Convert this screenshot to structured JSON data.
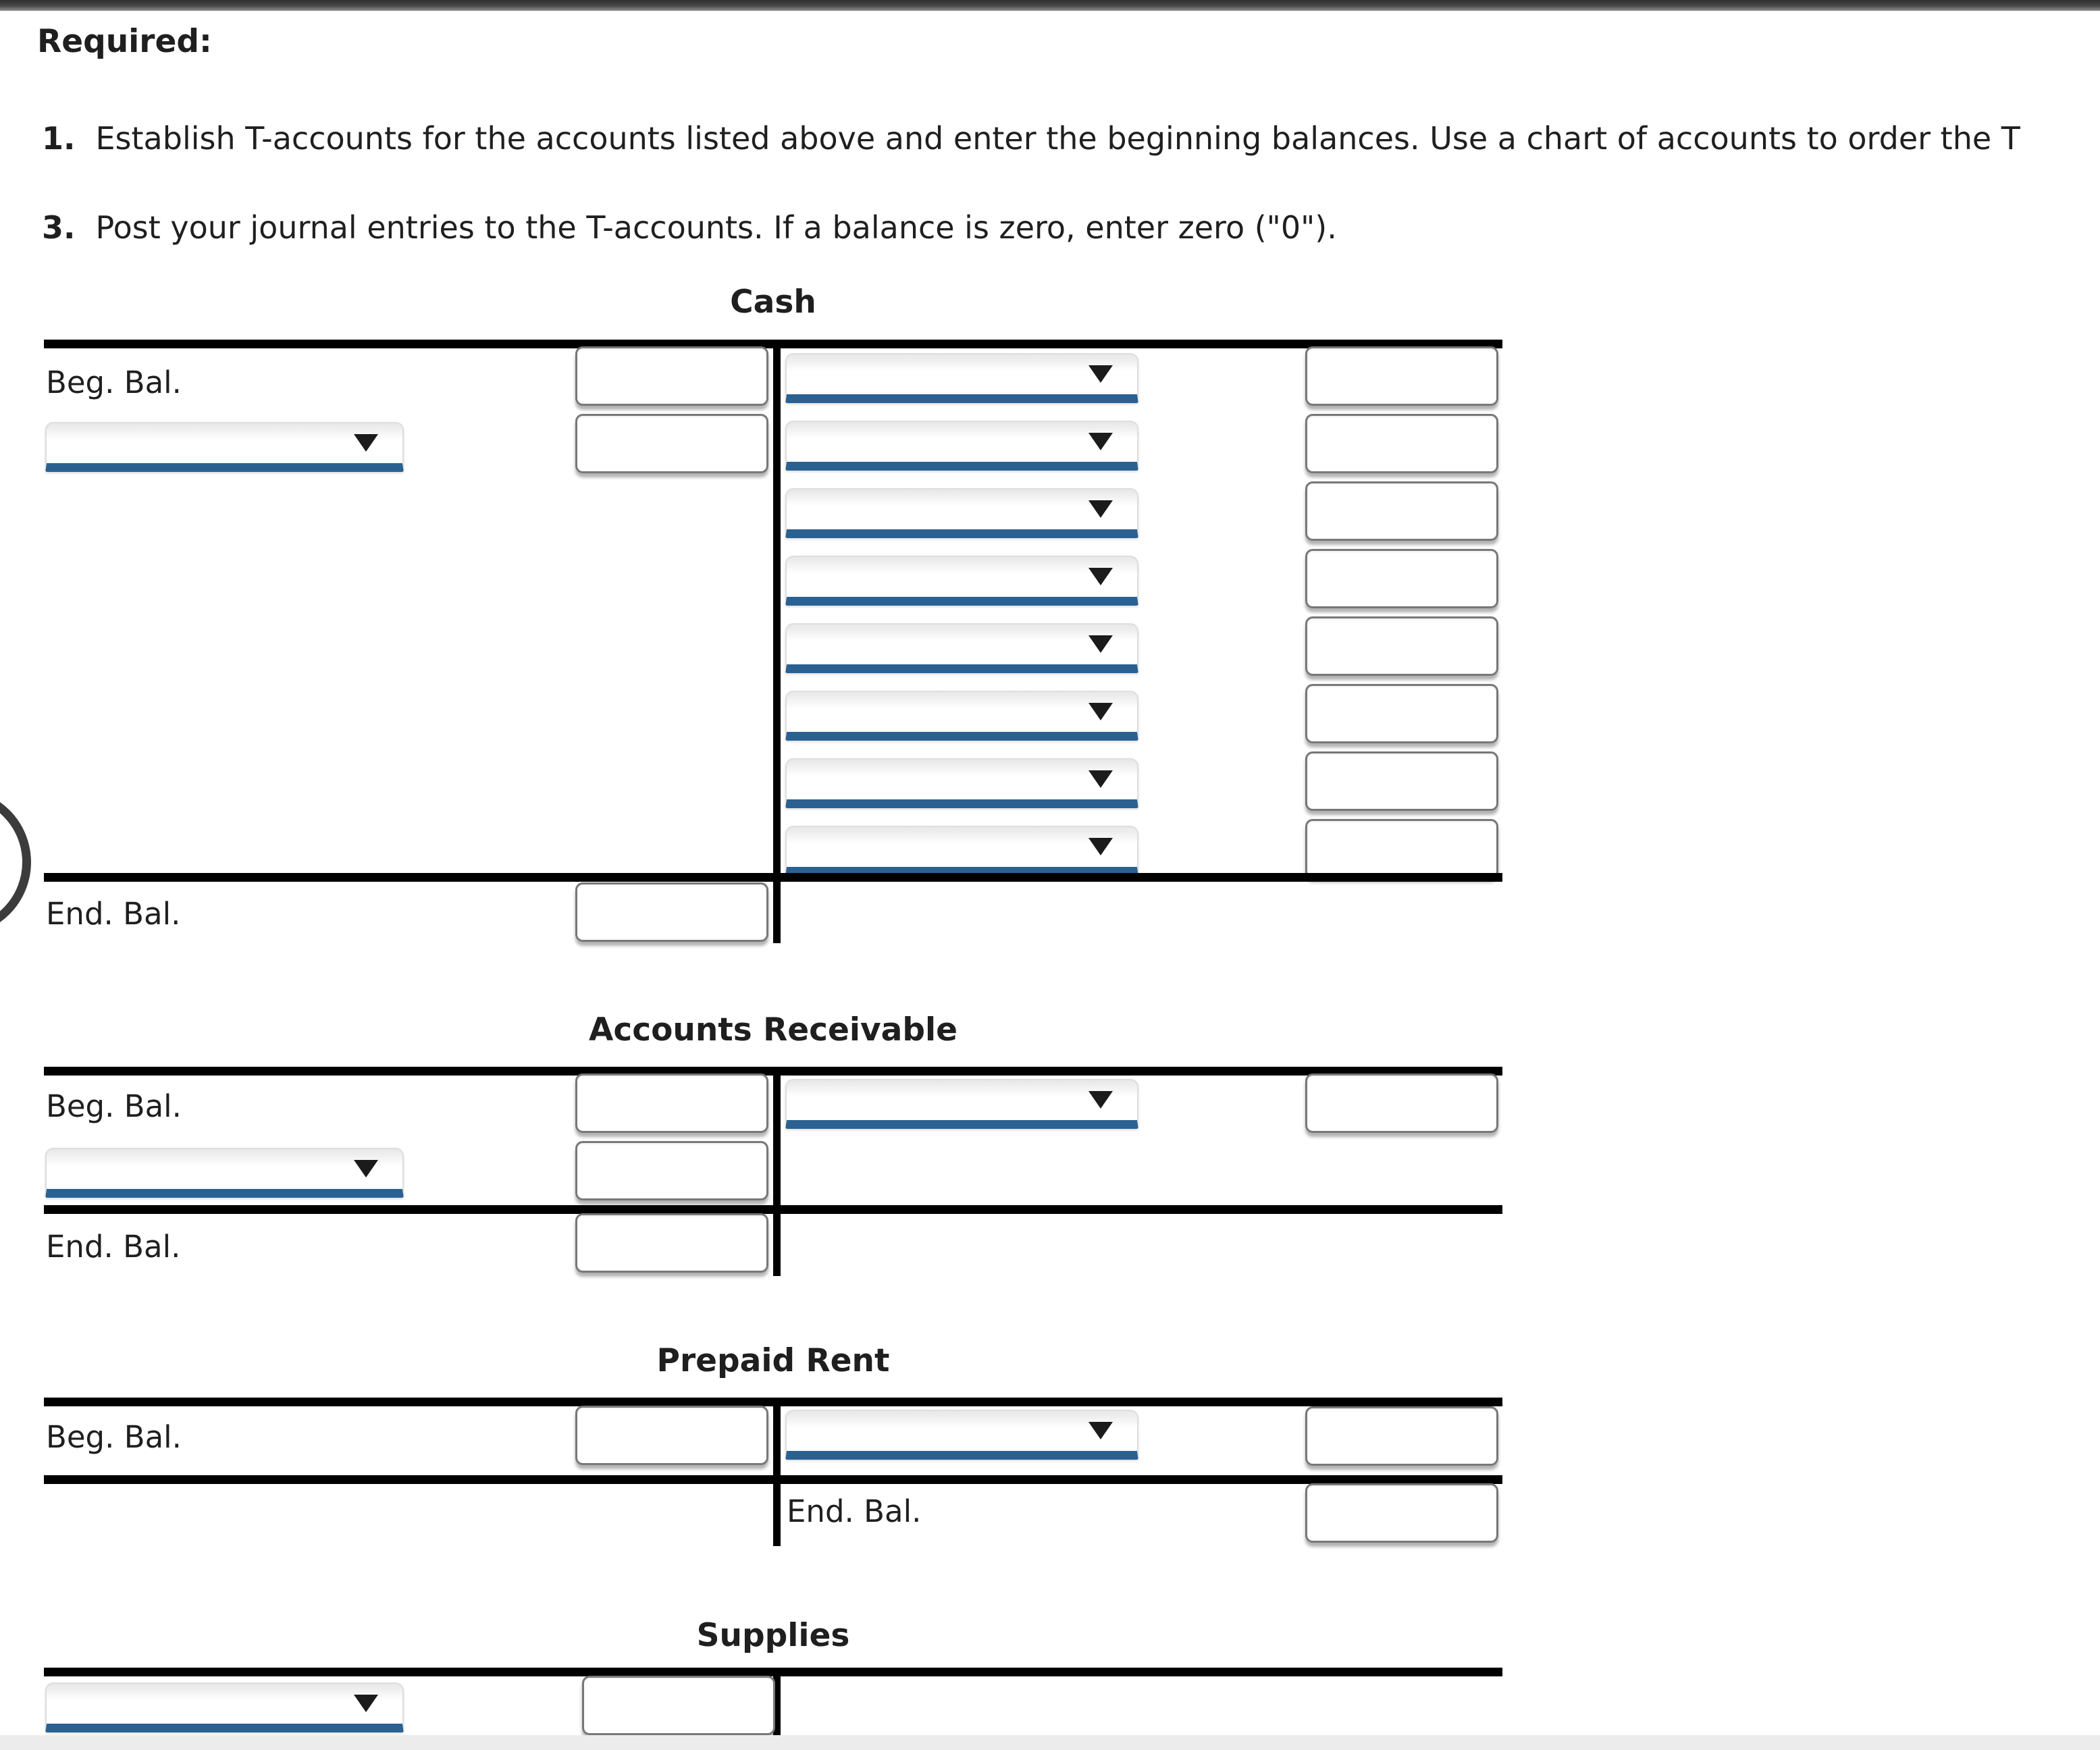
{
  "header": {
    "required": "Required:",
    "items": [
      {
        "num": "1.",
        "text": "Establish T-accounts for the accounts listed above and enter the beginning balances. Use a chart of accounts to order the T"
      },
      {
        "num": "3.",
        "text": "Post your journal entries to the T-accounts. If a balance is zero, enter zero (\"0\")."
      }
    ]
  },
  "labels": {
    "beg_bal": "Beg. Bal.",
    "end_bal": "End. Bal."
  },
  "accounts": [
    {
      "title": "Cash"
    },
    {
      "title": "Accounts Receivable"
    },
    {
      "title": "Prepaid Rent"
    },
    {
      "title": "Supplies"
    }
  ],
  "fields": {
    "amount_value": "",
    "account_select_value": ""
  },
  "colors": {
    "accent_blue": "#2a6191",
    "line_black": "#000000",
    "topbar_gray": "#4a4a4a",
    "bottom_band_gray": "#ececec"
  }
}
